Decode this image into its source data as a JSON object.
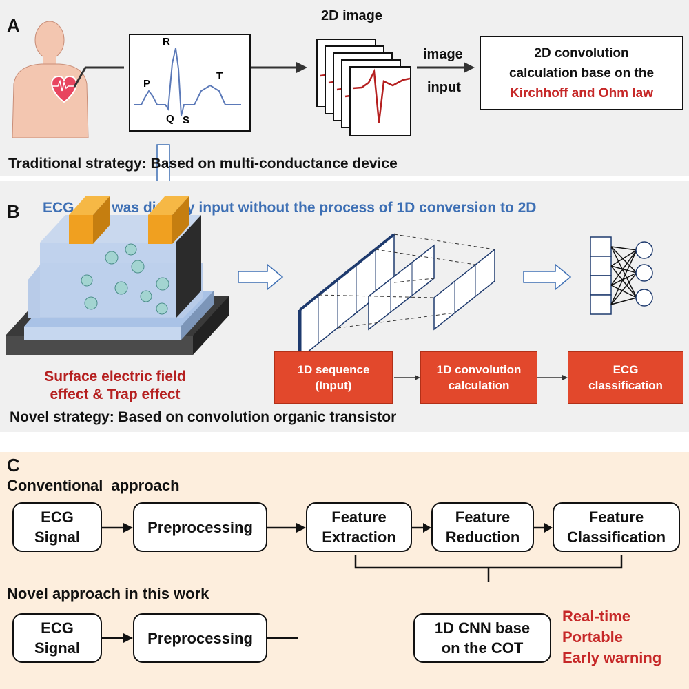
{
  "panelA": {
    "letter": "A",
    "ecg_labels": {
      "p": "P",
      "q": "Q",
      "r": "R",
      "s": "S",
      "t": "T"
    },
    "image_stack_title": "2D image",
    "arrow_label_line1": "image",
    "arrow_label_line2": "input",
    "conv_box": {
      "line1": "2D convolution",
      "line2": "calculation base on the",
      "line3": "Kirchhoff and Ohm law"
    },
    "strategy": "Traditional strategy: Based on multi-conductance device"
  },
  "panelB": {
    "letter": "B",
    "header": "ECG data was directly input without the process of 1D conversion to 2D",
    "effect_line1": "Surface electric field",
    "effect_line2": "effect & Trap effect",
    "flow": [
      {
        "line1": "1D sequence",
        "line2": "(Input)"
      },
      {
        "line1": "1D convolution",
        "line2": "calculation"
      },
      {
        "line1": "ECG",
        "line2": "classification"
      }
    ],
    "strategy": "Novel strategy: Based on convolution organic transistor"
  },
  "panelC": {
    "letter": "C",
    "conventional_title": "Conventional  approach",
    "conventional_steps": [
      {
        "line1": "ECG",
        "line2": "Signal"
      },
      {
        "line1": "Preprocessing",
        "line2": ""
      },
      {
        "line1": "Feature",
        "line2": "Extraction"
      },
      {
        "line1": "Feature",
        "line2": "Reduction"
      },
      {
        "line1": "Feature",
        "line2": "Classification"
      }
    ],
    "novel_title": "Novel approach in this work",
    "novel_steps": [
      {
        "line1": "ECG",
        "line2": "Signal"
      },
      {
        "line1": "Preprocessing",
        "line2": ""
      },
      {
        "line1": "1D CNN base",
        "line2": "on the COT"
      }
    ],
    "benefits": [
      "Real-time",
      "Portable",
      "Early warning"
    ]
  },
  "colors": {
    "accent_red": "#c62828",
    "header_blue": "#3d6fb4",
    "flow_red": "#e2482c",
    "panel_gray": "#f0f0f0",
    "panel_peach": "#fdeedd",
    "ecg_blue": "#5b79b8",
    "ecg_red": "#b51f1f"
  }
}
